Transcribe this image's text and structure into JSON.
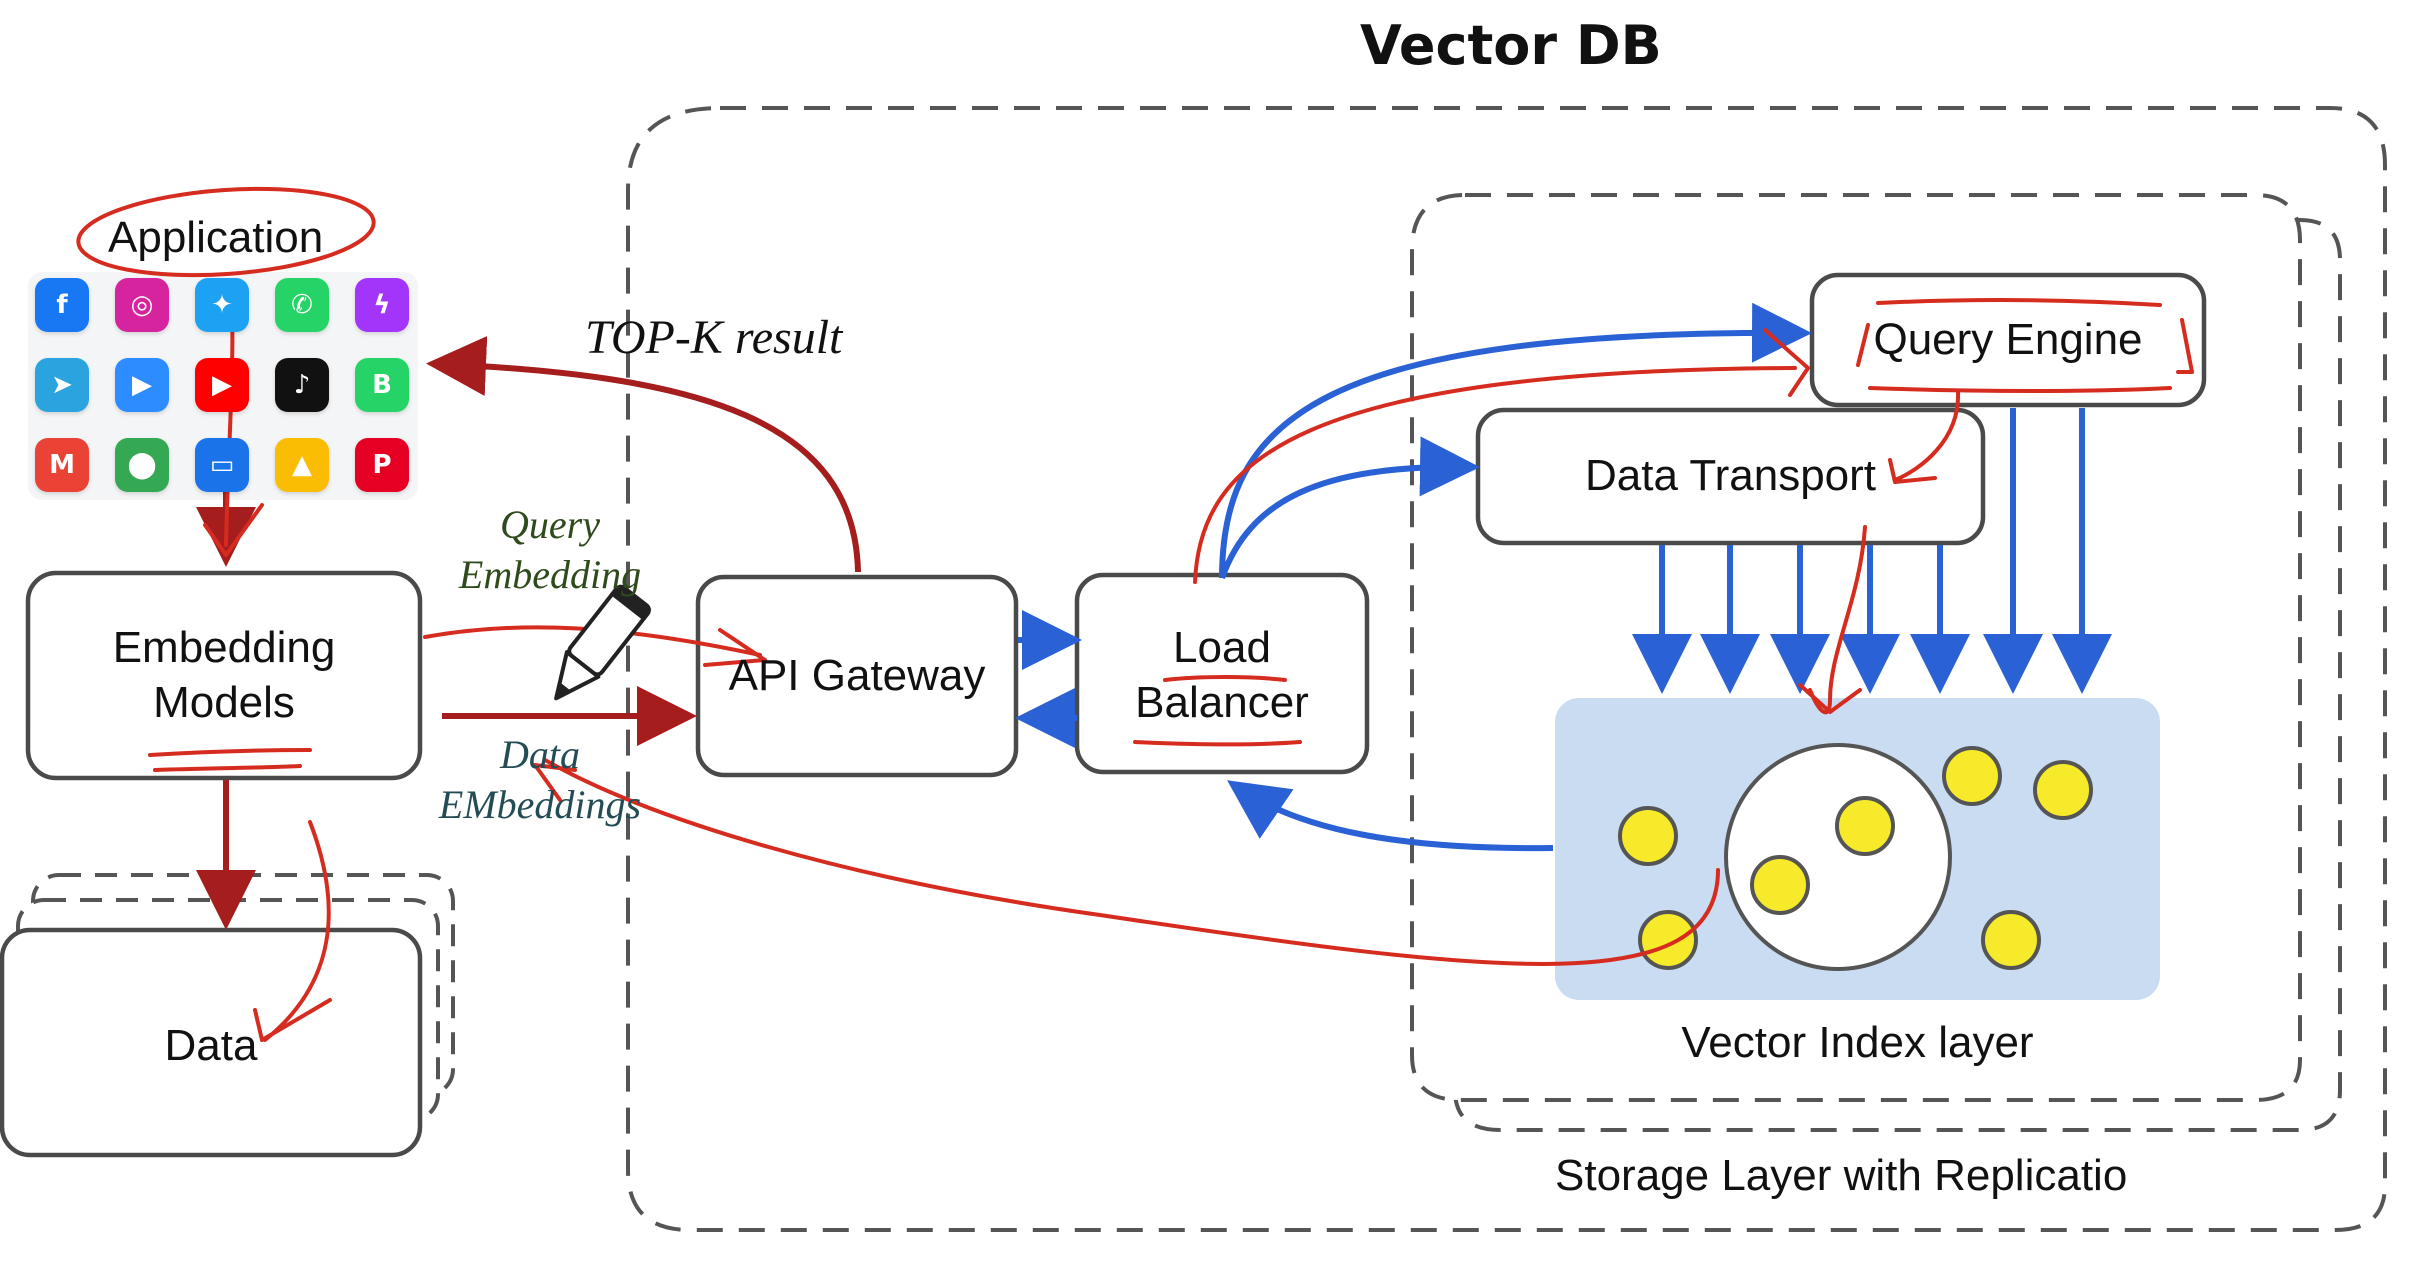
{
  "diagram": {
    "title": "Vector DB",
    "nodes": {
      "application": "Application",
      "embedding_models_line1": "Embedding",
      "embedding_models_line2": "Models",
      "data": "Data",
      "api_gateway": "API Gateway",
      "load_balancer_line1": "Load",
      "load_balancer_line2": "Balancer",
      "query_engine": "Query Engine",
      "data_transport": "Data Transport",
      "vector_index_layer": "Vector Index layer",
      "storage_layer": "Storage Layer with Replicatio"
    },
    "edge_labels": {
      "top_k_result": "TOP-K result",
      "query_embedding_line1": "Query",
      "query_embedding_line2": "Embedding",
      "data_embeddings_line1": "Data",
      "data_embeddings_line2": "EMbeddings"
    },
    "app_icons": [
      {
        "name": "facebook-icon",
        "glyph": "f",
        "color": "#1877f2"
      },
      {
        "name": "instagram-icon",
        "glyph": "◎",
        "color": "#d6249f"
      },
      {
        "name": "twitter-icon",
        "glyph": "✦",
        "color": "#1da1f2"
      },
      {
        "name": "whatsapp-icon",
        "glyph": "✆",
        "color": "#25d366"
      },
      {
        "name": "messenger-icon",
        "glyph": "ϟ",
        "color": "#a334fa"
      },
      {
        "name": "telegram-icon",
        "glyph": "➤",
        "color": "#2aa3de"
      },
      {
        "name": "zoom-icon",
        "glyph": "▶",
        "color": "#2d8cff"
      },
      {
        "name": "youtube-icon",
        "glyph": "▶",
        "color": "#ff0000"
      },
      {
        "name": "tiktok-icon",
        "glyph": "♪",
        "color": "#111111"
      },
      {
        "name": "whatsapp-business-icon",
        "glyph": "B",
        "color": "#25d366"
      },
      {
        "name": "gmail-icon",
        "glyph": "M",
        "color": "#ea4335"
      },
      {
        "name": "google-maps-icon",
        "glyph": "⬤",
        "color": "#34a853"
      },
      {
        "name": "google-meet-icon",
        "glyph": "▭",
        "color": "#1a73e8"
      },
      {
        "name": "google-drive-icon",
        "glyph": "▲",
        "color": "#fbbc04"
      },
      {
        "name": "pinterest-icon",
        "glyph": "P",
        "color": "#e60023"
      }
    ],
    "colors": {
      "box_stroke": "#4a4a4a",
      "dashed_stroke": "#555555",
      "red_arrow": "#a51d1d",
      "red_annotation": "#d62b1f",
      "blue_arrow": "#2a62d6",
      "vector_index_fill": "#c9dcf2",
      "point_fill": "#f6ea2a"
    }
  }
}
